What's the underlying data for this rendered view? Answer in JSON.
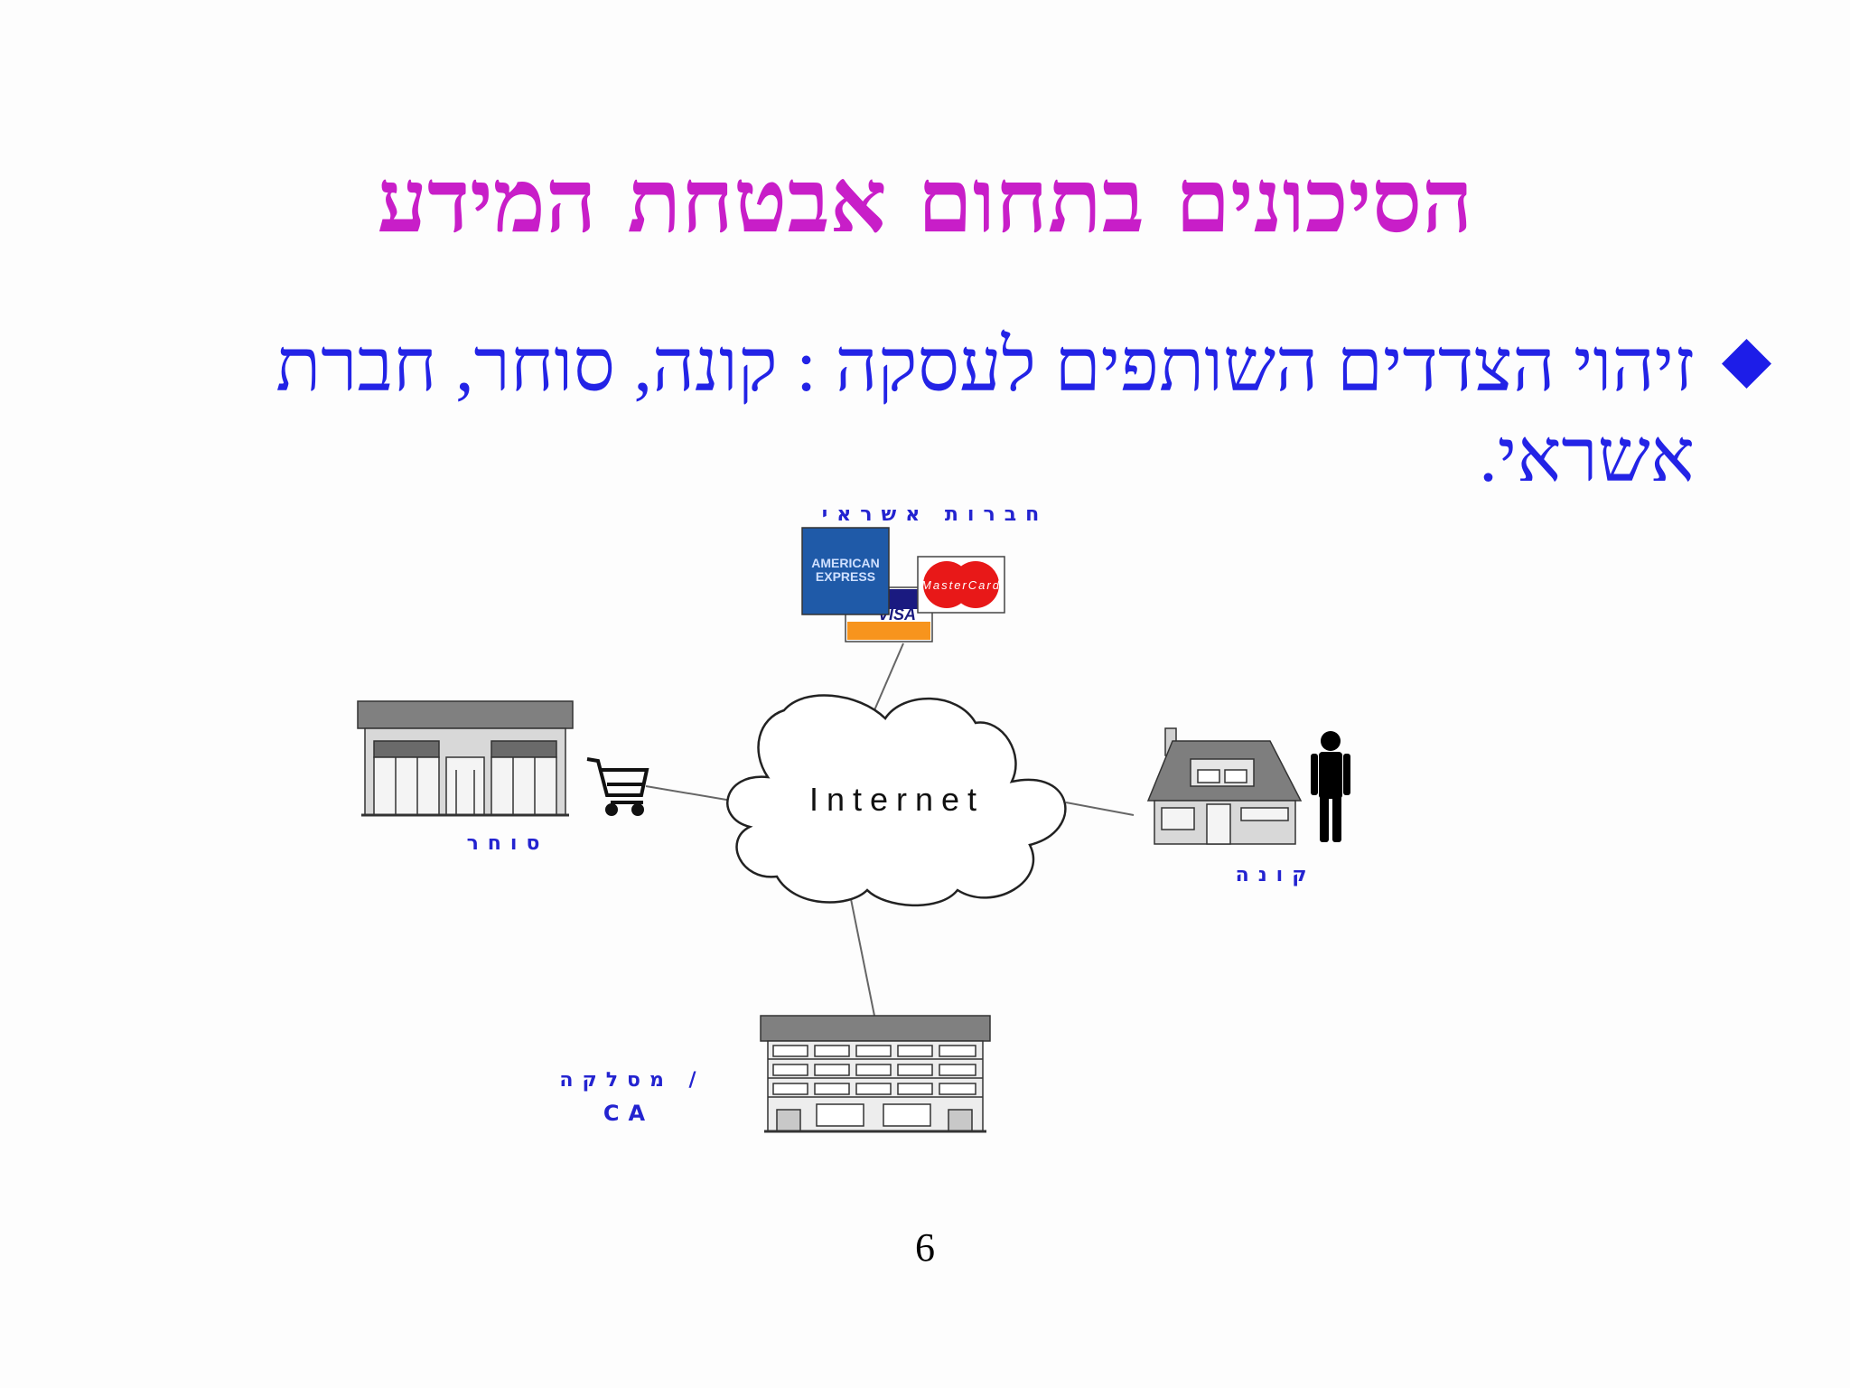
{
  "slide": {
    "title": "הסיכונים בתחום אבטחת המידע",
    "bullet": "זיהוי הצדדים השותפים לעסקה : קונה, סוחר, חברת אשראי.",
    "page_number": "6"
  },
  "diagram": {
    "cloud_label": "Internet",
    "credit_label": "חברות אשראי",
    "merchant_label": "סוחר",
    "buyer_label": "קונה",
    "ca_label_line1": "/ מסלקה",
    "ca_label_line2": "CA",
    "amex_line1": "AMERICAN",
    "amex_line2": "EXPRESS",
    "visa_label": "VISA",
    "mastercard_label": "MasterCard"
  },
  "colors": {
    "title": "#c81ec8",
    "body_text": "#2323e6",
    "diagram_labels": "#2323d0",
    "amex_blue": "#1f5aa8",
    "mastercard_red": "#e81818",
    "visa_orange": "#f7941d"
  }
}
